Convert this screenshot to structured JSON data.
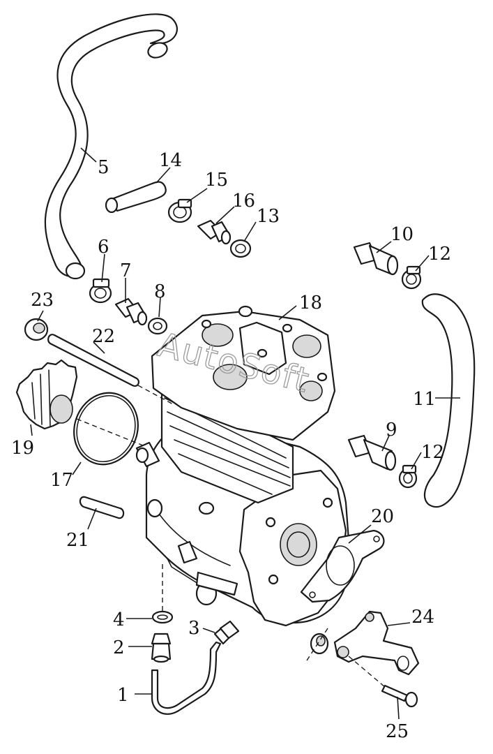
{
  "watermark": "AutoSoft",
  "callouts": {
    "c1": "1",
    "c2": "2",
    "c3": "3",
    "c4": "4",
    "c5": "5",
    "c6": "6",
    "c7": "7",
    "c8": "8",
    "c9": "9",
    "c10": "10",
    "c11": "11",
    "c12a": "12",
    "c12b": "12",
    "c13": "13",
    "c14": "14",
    "c15": "15",
    "c16": "16",
    "c17": "17",
    "c18": "18",
    "c19": "19",
    "c20": "20",
    "c21": "21",
    "c22": "22",
    "c23": "23",
    "c24": "24",
    "c25": "25"
  }
}
